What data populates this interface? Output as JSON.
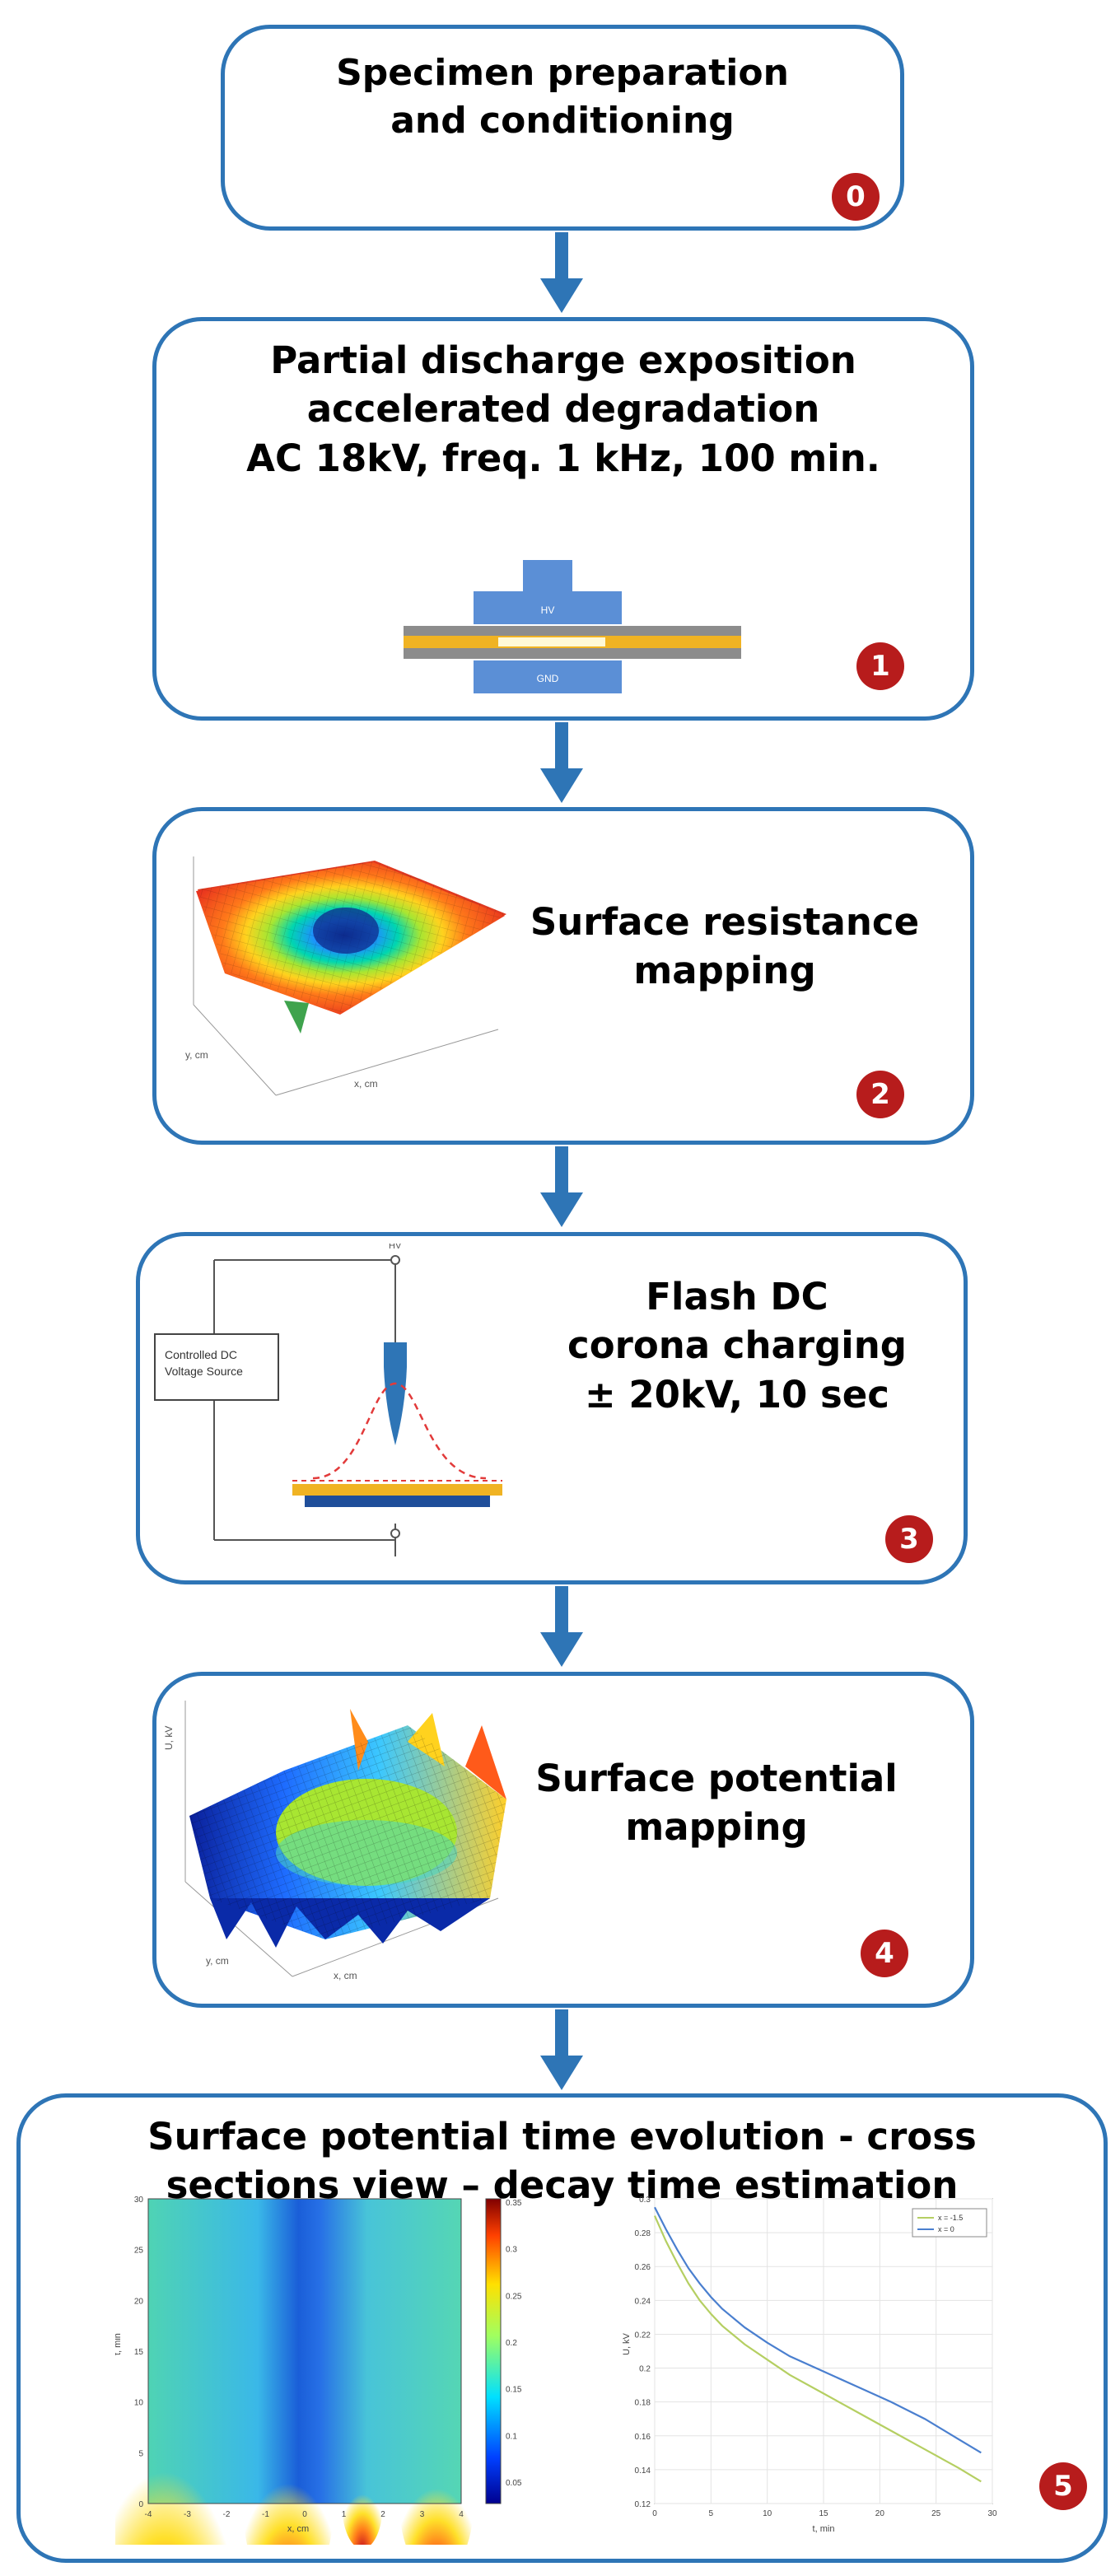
{
  "steps": [
    {
      "number": "0",
      "title_lines": [
        "Specimen preparation",
        "and conditioning"
      ]
    },
    {
      "number": "1",
      "title_lines": [
        "Partial discharge exposition",
        "accelerated degradation",
        "AC 18kV, freq. 1 kHz, 100 min."
      ],
      "electrode_labels": {
        "top": "HV",
        "bottom": "GND"
      }
    },
    {
      "number": "2",
      "title_lines": [
        "Surface resistance",
        "mapping"
      ],
      "axis_labels": {
        "x": "x, cm",
        "y": "y, cm"
      }
    },
    {
      "number": "3",
      "title_lines": [
        "Flash DC",
        "corona charging",
        "± 20kV, 10 sec"
      ],
      "source_label_lines": [
        "Controlled DC",
        "Voltage Source"
      ],
      "top_terminal": "HV"
    },
    {
      "number": "4",
      "title_lines": [
        "Surface potential",
        "mapping"
      ],
      "axis_labels": {
        "x": "x, cm",
        "y": "y, cm",
        "z": "U, kV"
      }
    },
    {
      "number": "5",
      "title_lines": [
        "Surface potential time evolution - cross",
        "sections view – decay time estimation"
      ]
    }
  ],
  "heatmap": {
    "ylabel": "t, min",
    "xlabel": "x, cm",
    "y_ticks": [
      "30",
      "25",
      "20",
      "15",
      "10",
      "5",
      "0"
    ],
    "x_ticks": [
      "-4",
      "-3",
      "-2",
      "-1",
      "0",
      "1",
      "2",
      "3",
      "4"
    ],
    "colorbar_ticks": [
      "0.35",
      "0.3",
      "0.25",
      "0.2",
      "0.15",
      "0.1",
      "0.05"
    ]
  },
  "chart_data": {
    "type": "line",
    "xlabel": "t, min",
    "ylabel": "U, kV",
    "xlim": [
      0,
      30
    ],
    "ylim": [
      0.12,
      0.3
    ],
    "x_ticks": [
      "0",
      "5",
      "10",
      "15",
      "20",
      "25",
      "30"
    ],
    "y_ticks": [
      "0.3",
      "0.28",
      "0.26",
      "0.24",
      "0.22",
      "0.2",
      "0.18",
      "0.16",
      "0.14",
      "0.12"
    ],
    "series": [
      {
        "name": "x = -1.5",
        "color": "#b5cf62",
        "x": [
          0,
          1,
          2,
          3,
          4,
          5,
          6,
          8,
          10,
          12,
          15,
          18,
          21,
          24,
          27,
          29
        ],
        "y": [
          0.29,
          0.275,
          0.262,
          0.25,
          0.24,
          0.232,
          0.225,
          0.214,
          0.205,
          0.196,
          0.185,
          0.174,
          0.163,
          0.152,
          0.141,
          0.133
        ]
      },
      {
        "name": "x = 0",
        "color": "#4a7fcf",
        "x": [
          0,
          1,
          2,
          3,
          4,
          5,
          6,
          8,
          10,
          12,
          15,
          18,
          21,
          24,
          27,
          29
        ],
        "y": [
          0.295,
          0.282,
          0.27,
          0.259,
          0.25,
          0.242,
          0.235,
          0.224,
          0.215,
          0.207,
          0.198,
          0.189,
          0.18,
          0.17,
          0.158,
          0.15
        ]
      }
    ]
  },
  "colors": {
    "box_border": "#2e75b6",
    "arrow": "#2e75b6",
    "badge": "#b71c1c"
  }
}
